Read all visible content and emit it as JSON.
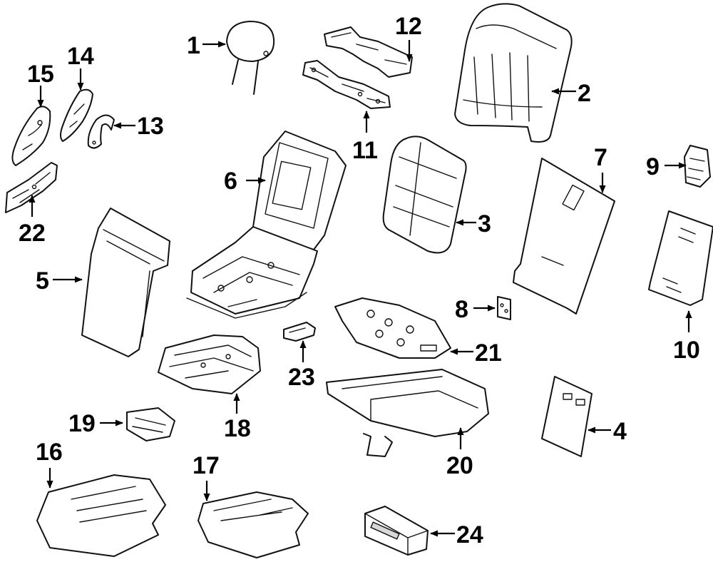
{
  "callouts": [
    {
      "id": 1,
      "label": "1"
    },
    {
      "id": 2,
      "label": "2"
    },
    {
      "id": 3,
      "label": "3"
    },
    {
      "id": 4,
      "label": "4"
    },
    {
      "id": 5,
      "label": "5"
    },
    {
      "id": 6,
      "label": "6"
    },
    {
      "id": 7,
      "label": "7"
    },
    {
      "id": 8,
      "label": "8"
    },
    {
      "id": 9,
      "label": "9"
    },
    {
      "id": 10,
      "label": "10"
    },
    {
      "id": 11,
      "label": "11"
    },
    {
      "id": 12,
      "label": "12"
    },
    {
      "id": 13,
      "label": "13"
    },
    {
      "id": 14,
      "label": "14"
    },
    {
      "id": 15,
      "label": "15"
    },
    {
      "id": 16,
      "label": "16"
    },
    {
      "id": 17,
      "label": "17"
    },
    {
      "id": 18,
      "label": "18"
    },
    {
      "id": 19,
      "label": "19"
    },
    {
      "id": 20,
      "label": "20"
    },
    {
      "id": 21,
      "label": "21"
    },
    {
      "id": 22,
      "label": "22"
    },
    {
      "id": 23,
      "label": "23"
    },
    {
      "id": 24,
      "label": "24"
    }
  ],
  "colors": {
    "line": "#111111",
    "background": "#ffffff"
  }
}
